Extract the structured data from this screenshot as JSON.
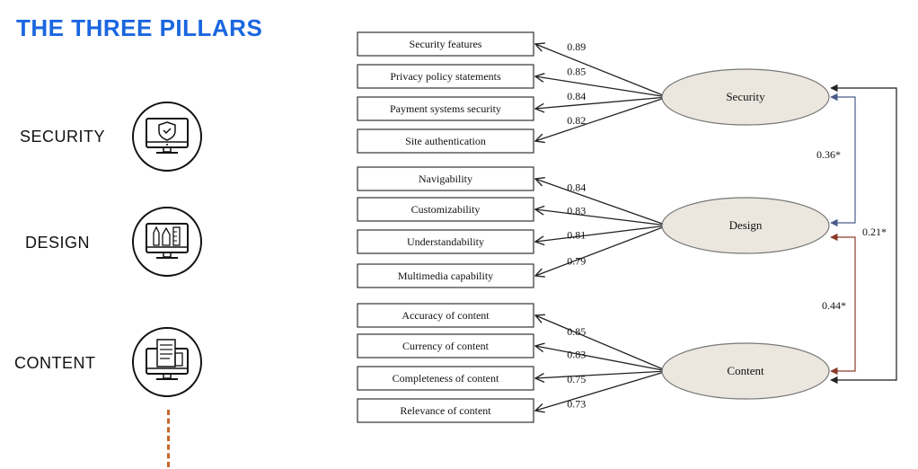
{
  "slide": {
    "title": "THE THREE PILLARS",
    "pillars": [
      {
        "label": "SECURITY",
        "icon": "monitor-shield-icon"
      },
      {
        "label": "DESIGN",
        "icon": "monitor-design-tools-icon"
      },
      {
        "label": "CONTENT",
        "icon": "monitor-documents-icon"
      }
    ]
  },
  "diagram": {
    "factors": [
      {
        "id": "security",
        "name": "Security"
      },
      {
        "id": "design",
        "name": "Design"
      },
      {
        "id": "content",
        "name": "Content"
      }
    ],
    "indicators": [
      {
        "label": "Security features",
        "factor": "security",
        "loading": "0.89"
      },
      {
        "label": "Privacy policy statements",
        "factor": "security",
        "loading": "0.85"
      },
      {
        "label": "Payment systems security",
        "factor": "security",
        "loading": "0.84"
      },
      {
        "label": "Site authentication",
        "factor": "security",
        "loading": "0.82"
      },
      {
        "label": "Navigability",
        "factor": "design",
        "loading": "0.84"
      },
      {
        "label": "Customizability",
        "factor": "design",
        "loading": "0.83"
      },
      {
        "label": "Understandability",
        "factor": "design",
        "loading": "0.81"
      },
      {
        "label": "Multimedia capability",
        "factor": "design",
        "loading": "0.79"
      },
      {
        "label": "Accuracy of content",
        "factor": "content",
        "loading": "0.85"
      },
      {
        "label": "Currency of content",
        "factor": "content",
        "loading": "0.83"
      },
      {
        "label": "Completeness of content",
        "factor": "content",
        "loading": "0.75"
      },
      {
        "label": "Relevance of content",
        "factor": "content",
        "loading": "0.73"
      }
    ],
    "correlations": [
      {
        "from": "security",
        "to": "design",
        "value": "0.36*",
        "color": "#4a5a8c"
      },
      {
        "from": "design",
        "to": "content",
        "value": "0.44*",
        "color": "#8a3a2a"
      },
      {
        "from": "security",
        "to": "content",
        "value": "0.21*",
        "color": "#1a1a1a"
      }
    ],
    "colors": {
      "ellipse_fill": "#ebe7df",
      "ellipse_stroke": "#777777",
      "box_stroke": "#333333"
    }
  }
}
